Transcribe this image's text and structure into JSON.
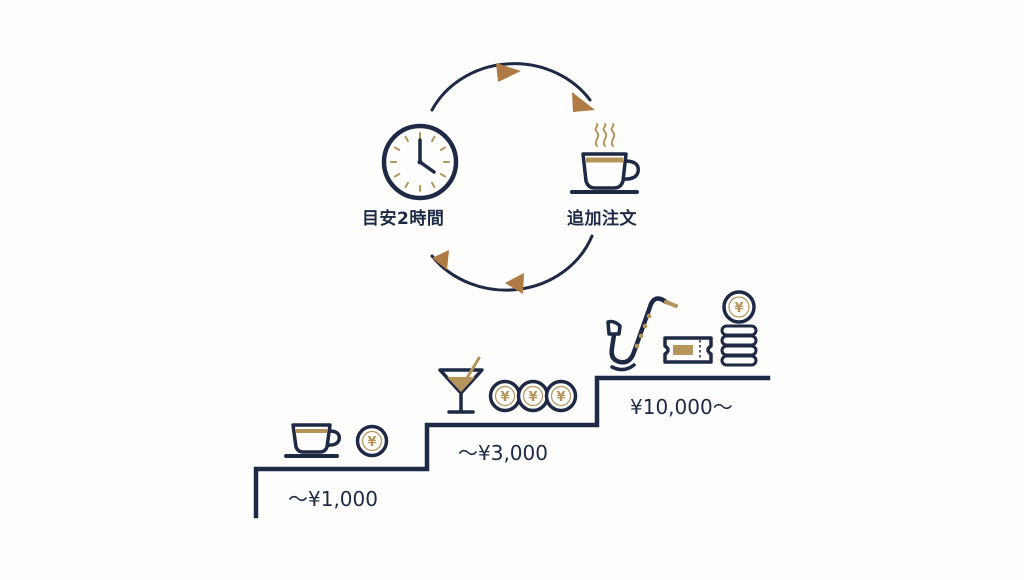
{
  "colors": {
    "navy": "#1e2a45",
    "gold": "#b6955a",
    "arrow": "#b07a45",
    "background": "#fdfdfc"
  },
  "cycle": {
    "left_label": "目安2時間",
    "right_label": "追加注文",
    "left_icon": "clock-icon",
    "right_icon": "steaming-coffee-cup-icon"
  },
  "steps": [
    {
      "price": "〜¥1,000",
      "icons": [
        "coffee-cup-icon",
        "yen-coin-icon"
      ]
    },
    {
      "price": "〜¥3,000",
      "icons": [
        "cocktail-glass-icon",
        "yen-coin-icon",
        "yen-coin-icon",
        "yen-coin-icon"
      ]
    },
    {
      "price": "¥10,000〜",
      "icons": [
        "saxophone-icon",
        "ticket-icon",
        "yen-coin-stack-icon"
      ]
    }
  ],
  "yen_symbol": "¥"
}
